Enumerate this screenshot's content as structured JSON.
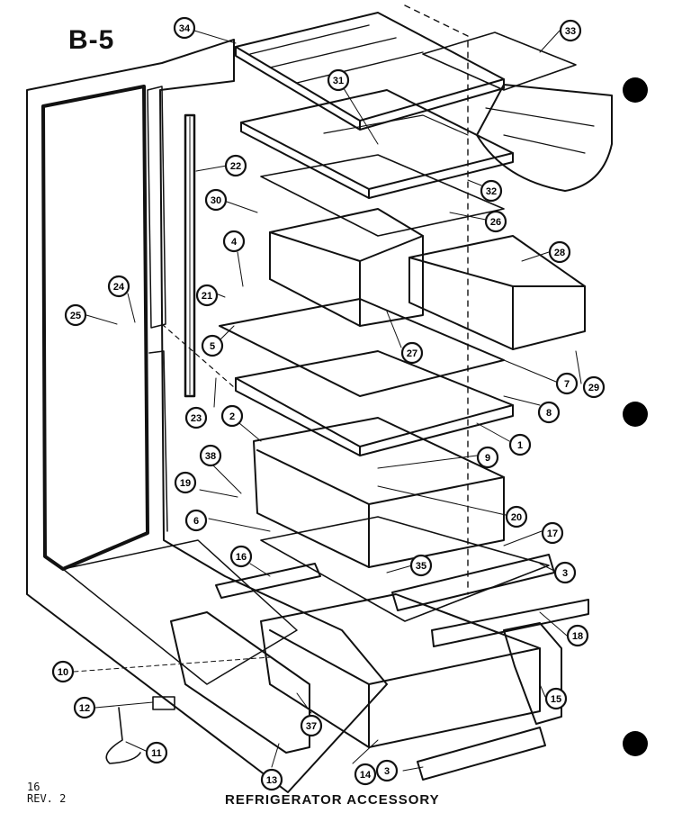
{
  "diagram": {
    "section_code": "B-5",
    "caption": "REFRIGERATOR ACCESSORY",
    "page_number": "16",
    "revision": "REV. 2",
    "callouts": [
      "34",
      "33",
      "31",
      "32",
      "22",
      "30",
      "26",
      "28",
      "4",
      "21",
      "24",
      "25",
      "5",
      "27",
      "7",
      "29",
      "23",
      "2",
      "8",
      "1",
      "38",
      "9",
      "19",
      "20",
      "6",
      "17",
      "16",
      "35",
      "3",
      "18",
      "10",
      "12",
      "15",
      "11",
      "37",
      "13",
      "14",
      "3"
    ]
  }
}
